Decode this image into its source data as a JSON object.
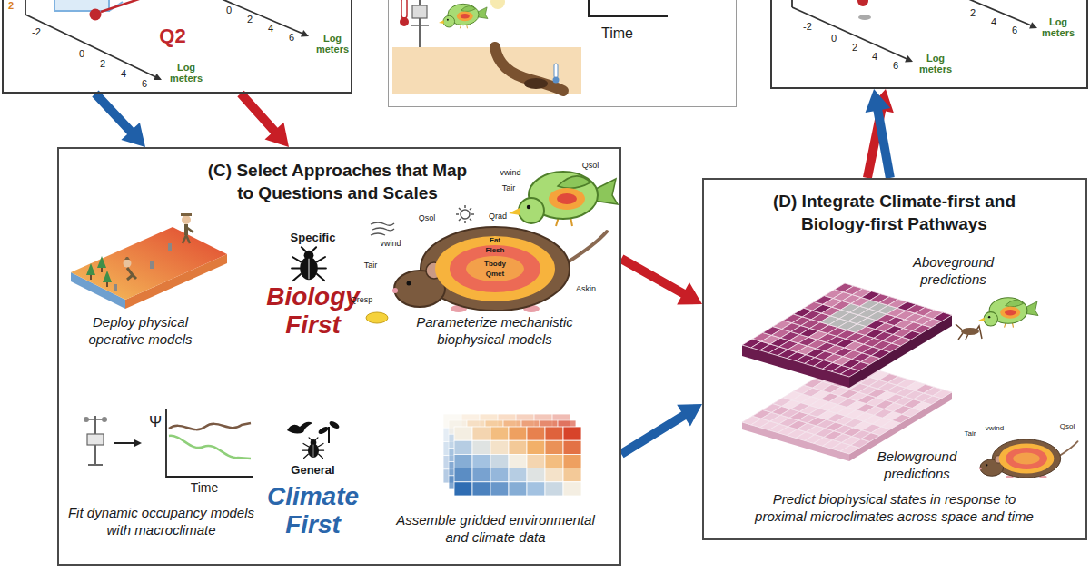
{
  "diagram": {
    "nodes": [
      {
        "text": [
          "Q2",
          "Log meters",
          "Log meters"
        ]
      },
      {
        "text": [
          "Time"
        ]
      },
      {
        "text": [
          "Log meters",
          "Log meters"
        ]
      },
      {
        "text": [
          "(C) Select Approaches that Map to Questions and Scales",
          "Deploy physical operative models",
          "Specific",
          "Biology First",
          "Parameterize mechanistic biophysical models",
          "Fit dynamic occupancy models with macroclimate",
          "General",
          "Climate First",
          "Assemble gridded environmental and climate data"
        ]
      },
      {
        "text": [
          "(D) Integrate Climate-first and Biology-first Pathways",
          "Aboveground predictions",
          "Belowground predictions",
          "Predict biophysical states in response to proximal microclimates across space and time"
        ]
      }
    ],
    "edges": [
      {
        "from": 0,
        "to": 3,
        "arrow": "to"
      },
      {
        "from": 0,
        "to": 3,
        "arrow": "to"
      },
      {
        "from": 3,
        "to": 4,
        "arrow": "to"
      },
      {
        "from": 3,
        "to": 4,
        "arrow": "to"
      },
      {
        "from": 4,
        "to": 2,
        "arrow": "to"
      },
      {
        "from": 4,
        "to": 2,
        "arrow": "to"
      }
    ],
    "labels": [
      "2",
      "-2",
      "0",
      "2",
      "4",
      "6",
      "0",
      "2",
      "4",
      "6",
      "-2",
      "0",
      "2",
      "4",
      "6",
      "2",
      "4",
      "6",
      "Ψ",
      "Time",
      "Qsol",
      "vwind",
      "Tair",
      "Qresp",
      "Qrad",
      "Askin",
      "Fat",
      "Flesh",
      "Tbody",
      "Qmet",
      "vwind",
      "Tair",
      "Qsol",
      "vwind",
      "Qsol",
      "Tair"
    ]
  }
}
